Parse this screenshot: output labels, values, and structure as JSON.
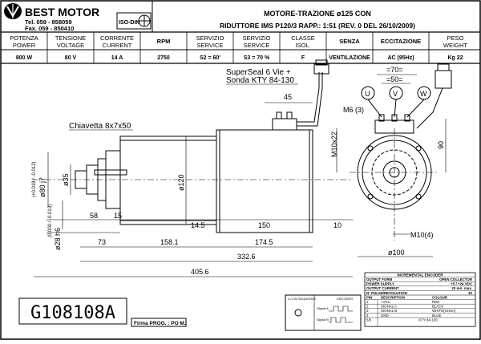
{
  "header": {
    "company": "BEST MOTOR",
    "tel": "Tel. 059 - 858059",
    "fax": "Fax. 059 - 850410",
    "iso_badge": "ISO-DIN",
    "title_line1": "MOTORE-TRAZIONE ø125 CON",
    "title_line2": "RIDUTTORE IMS P120/3 RAPP.: 1:51 (REV. 0 DEL 26/10/2009)"
  },
  "spec_columns": [
    {
      "label_it": "POTENZA",
      "label_en": "POWER",
      "value": "800 W"
    },
    {
      "label_it": "TENSIONE",
      "label_en": "VOLTAGE",
      "value": "80 V"
    },
    {
      "label_it": "CORRENTE",
      "label_en": "CURRENT",
      "value": "14 A"
    },
    {
      "label_it": "RPM",
      "label_en": "",
      "value": "2750"
    },
    {
      "label_it": "SERVIZIO",
      "label_en": "SERVICE",
      "value": "S2 = 60'"
    },
    {
      "label_it": "SERVIZIO",
      "label_en": "SERVICE",
      "value": "S3 = 70 %"
    },
    {
      "label_it": "CLASSE",
      "label_en": "ISOL.",
      "value": "F"
    },
    {
      "label_it": "SENZA",
      "label_en": "",
      "value": "VENTILAZIONE"
    },
    {
      "label_it": "ECCITAZIONE",
      "label_en": "",
      "value": "AC (95Hz)"
    },
    {
      "label_it": "PESO",
      "label_en": "WEIGHT",
      "value": "Kg 22"
    }
  ],
  "drawing": {
    "connector_note_1": "SuperSeal 6 Vie +",
    "connector_note_2": "Sonda KTY 84-130",
    "key_label": "Chiavetta 8x7x50",
    "dim_45": "45",
    "dim_m6": "M6 (3)",
    "dim_m10x22": "M10x22",
    "dim_70": "=70=",
    "dim_50": "=50=",
    "dim_90": "90",
    "phase_u": "U",
    "phase_v": "V",
    "phase_w": "W",
    "dim_shaft_80": "ø80 j7",
    "dim_shaft_80_tol": "(+0.018 / -0.012)",
    "dim_shaft_35": "ø35",
    "dim_shaft_28": "ø28 h6",
    "dim_shaft_28_tol": "(0.000 / -0.013)",
    "dim_120": "ø120",
    "dim_58": "58",
    "dim_15": "15",
    "dim_14_5": "14.5",
    "dim_150": "150",
    "dim_10": "10",
    "dim_73": "73",
    "dim_158_1": "158.1",
    "dim_174_5": "174.5",
    "dim_332_6": "332.6",
    "dim_405_6": "405.6",
    "dim_m10_4": "M10(4)",
    "dim_100": "ø100"
  },
  "encoder_table": {
    "title": "INCREMENTAL ENCODER",
    "rows": [
      [
        "OUTPUT FORM",
        "OPEN COLLECTOR"
      ],
      [
        "POWER SUPPLY",
        "+5 / +24 VDC"
      ],
      [
        "OUTPUT CURRENT",
        "20 mA. max."
      ],
      [
        "N° PULSE/REVOLUTION",
        "32"
      ]
    ],
    "pin_header": [
      "PIN",
      "DESCRIPTION",
      "COLOUR"
    ],
    "pins": [
      [
        "1",
        "+VCC",
        "RED"
      ],
      [
        "2",
        "SIGNAL A",
        "BLACK"
      ],
      [
        "3",
        "SIGNAL B",
        "WHITE(Green)"
      ],
      [
        "4",
        "GND",
        "BLUE"
      ],
      [
        "5/6",
        "KTY 84-130",
        ""
      ]
    ]
  },
  "signal_box": {
    "left_title": "U-V-W SEQUENCE",
    "right_title": "ENCODER",
    "signal_a": "Signal A",
    "signal_b": "Signal B"
  },
  "footer": {
    "code": "G108108A",
    "firma": "Firma PROG. : PO M."
  }
}
